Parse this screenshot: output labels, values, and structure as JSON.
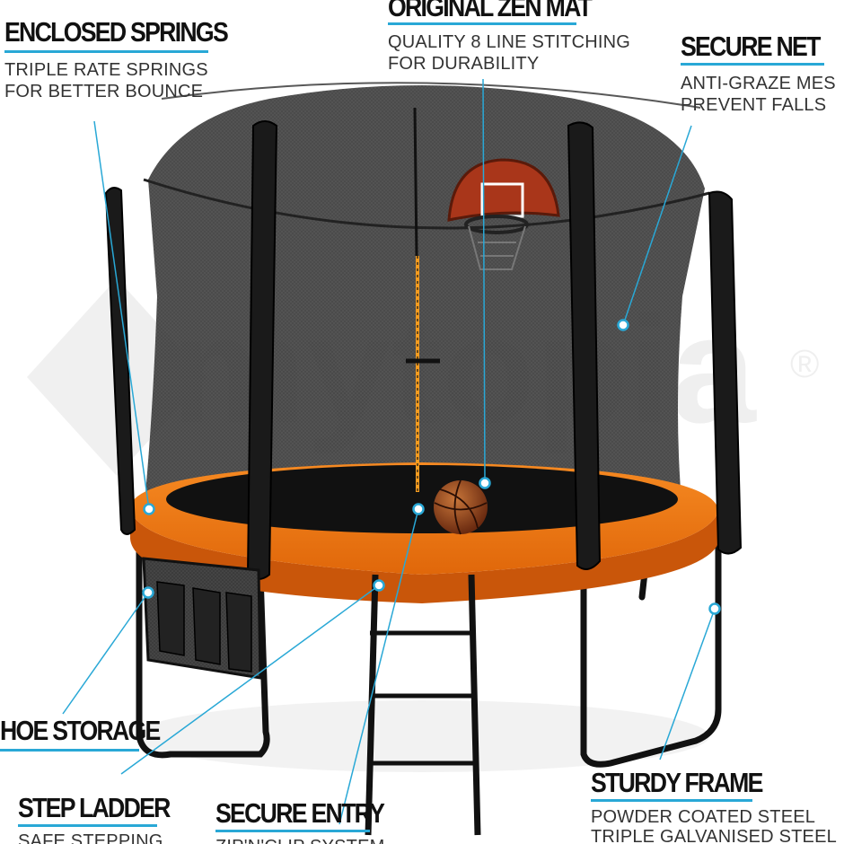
{
  "watermark": {
    "text": "mytopia",
    "registered": "®"
  },
  "colors": {
    "accent": "#29a8d6",
    "pad": "#f07a12",
    "frame": "#111111"
  },
  "labels": {
    "enclosed_springs": {
      "title": "ENCLOSED SPRINGS",
      "line1": "TRIPLE RATE SPRINGS",
      "line2": "FOR BETTER BOUNCE"
    },
    "zen_mat": {
      "title": "ORIGINAL ZEN MAT",
      "line1": "QUALITY 8 LINE STITCHING",
      "line2": "FOR DURABILITY"
    },
    "secure_net": {
      "title": "SECURE NET",
      "line1": "ANTI-GRAZE MES",
      "line2": "PREVENT FALLS"
    },
    "shoe_storage": {
      "title": "HOE STORAGE"
    },
    "step_ladder": {
      "title": "STEP LADDER",
      "line1": "SAFE STEPPING"
    },
    "secure_entry": {
      "title": "SECURE ENTRY",
      "line1": "ZIP'N'CLIP SYSTEM"
    },
    "sturdy_frame": {
      "title": "STURDY FRAME",
      "line1": "POWDER COATED STEEL",
      "line2": "TRIPLE GALVANISED STEEL"
    }
  }
}
